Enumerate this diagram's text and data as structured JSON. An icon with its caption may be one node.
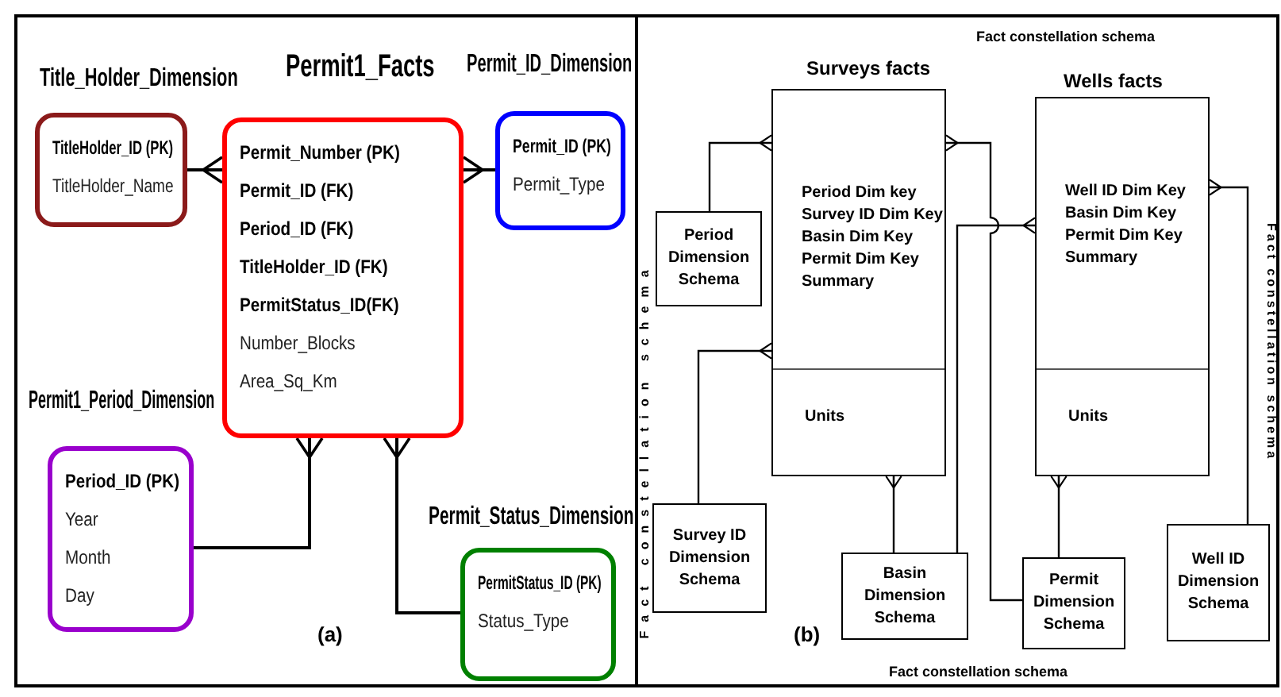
{
  "diagram": {
    "nodes": [
      {
        "text": [
          "Title_Holder_Dimension",
          "TitleHolder_ID (PK)",
          "TitleHolder_Name"
        ]
      },
      {
        "text": [
          "Permit1_Facts",
          "Permit_Number (PK)",
          "Permit_ID (FK)",
          "Period_ID (FK)",
          "TitleHolder_ID (FK)",
          "PermitStatus_ID(FK)",
          "Number_Blocks",
          "Area_Sq_Km"
        ]
      },
      {
        "text": [
          "Permit_ID_Dimension",
          "Permit_ID (PK)",
          "Permit_Type"
        ]
      },
      {
        "text": [
          "Permit1_Period_Dimension",
          "Period_ID (PK)",
          "Year",
          "Month",
          "Day"
        ]
      },
      {
        "text": [
          "Permit_Status_Dimension",
          "PermitStatus_ID (PK)",
          "Status_Type"
        ]
      },
      {
        "text": [
          "Surveys facts",
          "Period Dim key",
          "Survey ID Dim Key",
          "Basin Dim Key",
          "Permit Dim Key",
          "Summary",
          "Units"
        ]
      },
      {
        "text": [
          "Wells facts",
          "Well ID Dim Key",
          "Basin Dim Key",
          "Permit Dim Key",
          "Summary",
          "Units"
        ]
      },
      {
        "text": [
          "Period Dimension Schema"
        ]
      },
      {
        "text": [
          "Survey ID Dimension Schema"
        ]
      },
      {
        "text": [
          "Basin Dimension Schema"
        ]
      },
      {
        "text": [
          "Permit Dimension Schema"
        ]
      },
      {
        "text": [
          "Well ID Dimension Schema"
        ]
      }
    ],
    "edges": [
      {
        "from": 0,
        "to": 1,
        "arrow": "other"
      },
      {
        "from": 2,
        "to": 1,
        "arrow": "other"
      },
      {
        "from": 3,
        "to": 1,
        "arrow": "other"
      },
      {
        "from": 4,
        "to": 1,
        "arrow": "other"
      },
      {
        "from": 7,
        "to": 5,
        "arrow": "other"
      },
      {
        "from": 8,
        "to": 5,
        "arrow": "other"
      },
      {
        "from": 9,
        "to": 5,
        "arrow": "other"
      },
      {
        "from": 10,
        "to": 5,
        "arrow": "other"
      },
      {
        "from": 9,
        "to": 6,
        "arrow": "other"
      },
      {
        "from": 10,
        "to": 6,
        "arrow": "other"
      },
      {
        "from": 11,
        "to": 6,
        "arrow": "other"
      }
    ],
    "labels": [
      "(a)",
      "Fact constellation schema",
      "Fact constellation schema",
      "Fact constellation schema",
      "(b)",
      "Fact constellation schema"
    ]
  }
}
